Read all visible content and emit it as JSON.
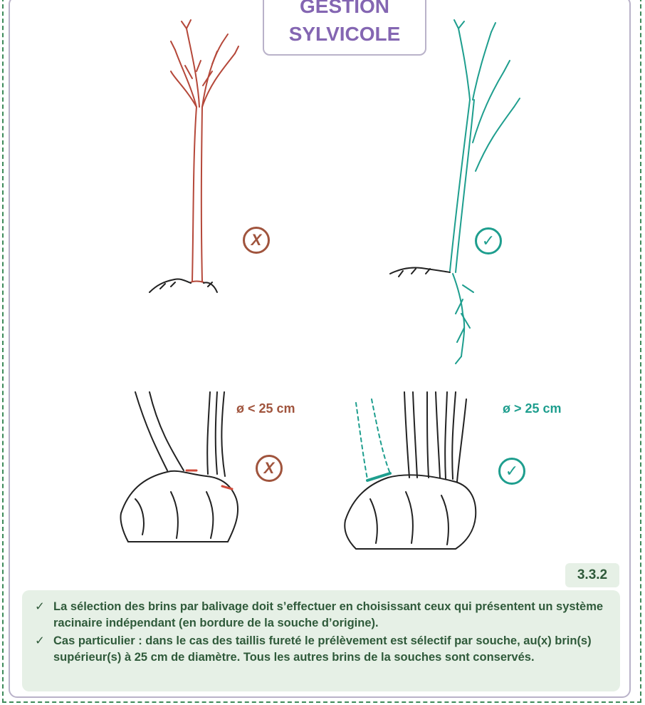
{
  "header": {
    "line1": "GESTION",
    "line2": "SYLVICOLE"
  },
  "figure": {
    "top_left_mark": "X",
    "top_right_mark": "✓",
    "bottom_left_mark": "X",
    "bottom_right_mark": "✓",
    "left_diameter_label": "ø < 25 cm",
    "right_diameter_label": "ø > 25 cm"
  },
  "reference": "3.3.2",
  "notes": {
    "tick_symbol": "✓",
    "items": [
      "La sélection des brins par balivage doit s’effectuer en choisissant ceux qui présentent un système racinaire indépendant (en bordure de la souche d’origine).",
      "Cas particulier : dans le cas des taillis fureté le prélèvement est sélectif par souche, au(x) brin(s) supérieur(s) à 25 cm de diamètre. Tous les autres brins de la souches sont conservés."
    ]
  },
  "colors": {
    "bad": "#a0543d",
    "good": "#1e9e8e",
    "header_text": "#8466b2",
    "note_bg": "#e6f0e6",
    "note_text": "#2f5a3a",
    "dashed_border": "#3e8a5a"
  }
}
